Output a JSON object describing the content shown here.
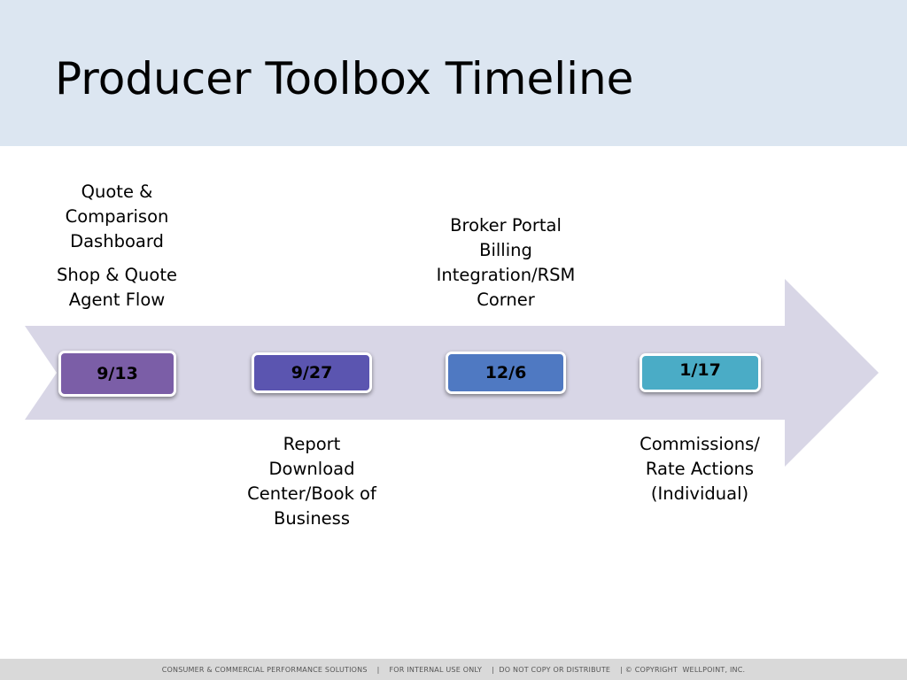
{
  "slide": {
    "title": "Producer Toolbox Timeline",
    "footer": "CONSUMER & COMMERCIAL PERFORMANCE SOLUTIONS    |    FOR INTERNAL USE ONLY    |  DO NOT COPY OR DISTRIBUTE    | © COPYRIGHT  WELLPOINT, INC."
  },
  "colors": {
    "title_band": "#dce6f1",
    "arrow": "#d8d6e6",
    "milestones": [
      "#7b5ea7",
      "#5b55b0",
      "#4f79c2",
      "#4aacc6"
    ]
  },
  "timeline": {
    "milestones": [
      {
        "date": "9/13"
      },
      {
        "date": "9/27"
      },
      {
        "date": "12/6"
      },
      {
        "date": "1/17"
      }
    ],
    "above": [
      {
        "lines": [
          "Quote &",
          "Comparison",
          "Dashboard"
        ],
        "lines2": [
          "Shop & Quote",
          "Agent Flow"
        ]
      },
      {
        "lines": [
          "Broker Portal",
          "Billing",
          "Integration/RSM",
          "Corner"
        ]
      }
    ],
    "below": [
      {
        "lines": [
          "Report",
          "Download",
          "Center/Book of",
          "Business"
        ]
      },
      {
        "lines": [
          "Commissions/",
          "Rate Actions",
          "(Individual)"
        ]
      }
    ]
  }
}
